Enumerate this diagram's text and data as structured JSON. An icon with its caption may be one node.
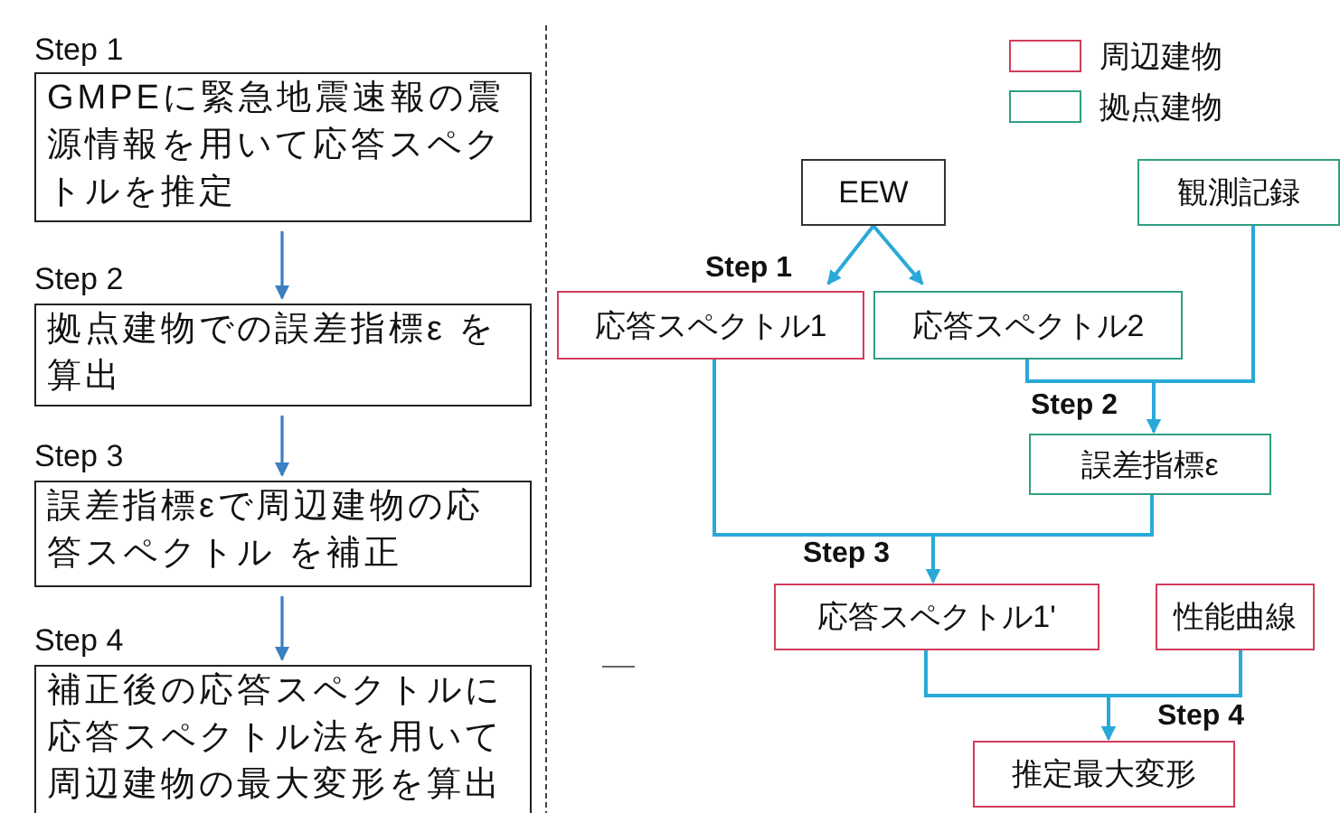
{
  "diagram": {
    "nodes": [
      {
        "text": [
          "Step 1",
          "GMPEに緊急地震速報の震源情報を用いて応答スペクトルを推定"
        ]
      },
      {
        "text": [
          "Step 2",
          "拠点建物での誤差指標ε を算出"
        ]
      },
      {
        "text": [
          "Step 3",
          "誤差指標εで周辺建物の応答スペクトル を補正"
        ]
      },
      {
        "text": [
          "Step 4",
          "補正後の応答スペクトルに応答スペクトル法を用いて周辺建物の最大変形を算出"
        ]
      },
      {
        "text": [
          "EEW"
        ]
      },
      {
        "text": [
          "観測記録"
        ]
      },
      {
        "text": [
          "応答スペクトル1"
        ]
      },
      {
        "text": [
          "応答スペクトル2"
        ]
      },
      {
        "text": [
          "誤差指標ε"
        ]
      },
      {
        "text": [
          "応答スペクトル1'"
        ]
      },
      {
        "text": [
          "性能曲線"
        ]
      },
      {
        "text": [
          "推定最大変形"
        ]
      }
    ],
    "edges": [
      {
        "from": 0,
        "to": 1,
        "arrow": "to"
      },
      {
        "from": 1,
        "to": 2,
        "arrow": "to"
      },
      {
        "from": 2,
        "to": 3,
        "arrow": "to"
      },
      {
        "from": 4,
        "to": 6,
        "arrow": "to"
      },
      {
        "from": 4,
        "to": 7,
        "arrow": "to"
      },
      {
        "from": 7,
        "to": 8,
        "arrow": "to"
      },
      {
        "from": 5,
        "to": 8,
        "arrow": "to"
      },
      {
        "from": 6,
        "to": 9,
        "arrow": "to"
      },
      {
        "from": 8,
        "to": 9,
        "arrow": "to"
      },
      {
        "from": 9,
        "to": 11,
        "arrow": "to"
      },
      {
        "from": 10,
        "to": 11,
        "arrow": "to"
      }
    ],
    "labels": [
      "Step 1",
      "Step 2",
      "Step 3",
      "Step 4"
    ],
    "legend": [
      {
        "text": "周辺建物",
        "color": "#d23c5a"
      },
      {
        "text": "拠点建物",
        "color": "#2e9e82"
      }
    ]
  }
}
